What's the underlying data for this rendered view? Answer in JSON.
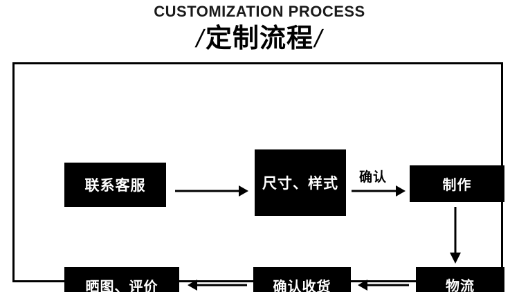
{
  "header": {
    "title_en": "CUSTOMIZATION PROCESS",
    "title_cn": "定制流程",
    "slash_left": "/",
    "slash_right": "/"
  },
  "colors": {
    "box_fill": "#000000",
    "box_text": "#ffffff",
    "frame_border": "#000000",
    "page_background": "#ffffff",
    "arrow": "#000000"
  },
  "flowchart": {
    "type": "process-flow",
    "steps": [
      {
        "id": "contact",
        "label": "联系客服",
        "row": 1,
        "order": 1
      },
      {
        "id": "size-style",
        "label": "尺寸、样式",
        "row": 1,
        "order": 2
      },
      {
        "id": "production",
        "label": "制作",
        "row": 1,
        "order": 3
      },
      {
        "id": "logistics",
        "label": "物流",
        "row": 2,
        "order": 4
      },
      {
        "id": "confirm-recv",
        "label": "确认收货",
        "row": 2,
        "order": 5
      },
      {
        "id": "review",
        "label": "晒图、评价",
        "row": 2,
        "order": 6
      }
    ],
    "connections": [
      {
        "from": "contact",
        "to": "size-style",
        "direction": "right",
        "label": ""
      },
      {
        "from": "size-style",
        "to": "production",
        "direction": "right",
        "label": "确认"
      },
      {
        "from": "production",
        "to": "logistics",
        "direction": "down",
        "label": ""
      },
      {
        "from": "logistics",
        "to": "confirm-recv",
        "direction": "left",
        "label": ""
      },
      {
        "from": "confirm-recv",
        "to": "review",
        "direction": "left",
        "label": ""
      }
    ]
  }
}
